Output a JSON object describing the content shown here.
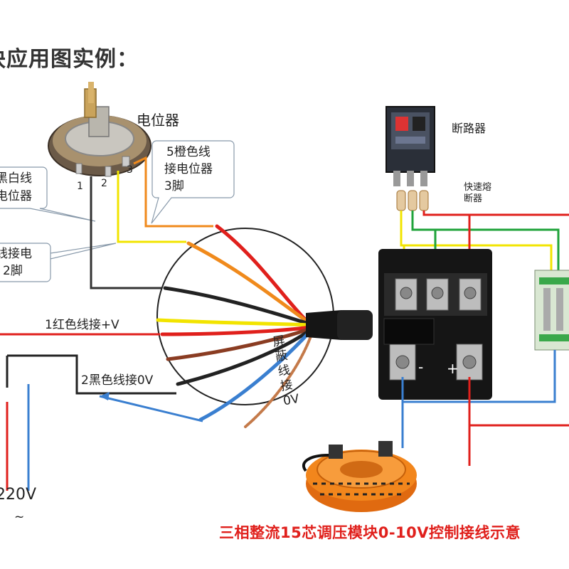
{
  "header": {
    "title": "块应用图实例："
  },
  "potentiometer": {
    "label": "电位器",
    "pin1": "1",
    "pin2": "2",
    "pin3": "3",
    "callout_pin1": [
      "黑白线",
      "电位器"
    ],
    "callout_pin2": [
      "线接电",
      "2脚"
    ],
    "callout_pin3": [
      "5橙色线",
      "接电位器",
      "3脚"
    ]
  },
  "breaker": {
    "label": "断路器"
  },
  "fuse": {
    "label": [
      "快速熔",
      "断器"
    ]
  },
  "module": {
    "minus_label": "-",
    "plus_label": "+"
  },
  "wires": {
    "red_label": "1红色线接+V",
    "black_label": "2黑色线接0V",
    "shield_label": "屏蔽线接0V"
  },
  "supply": {
    "voltage": "220V",
    "symbol": "~"
  },
  "caption": "三相整流15芯调压模块0-10V控制接线示意",
  "colors": {
    "red": "#e0201c",
    "yellow": "#f2e400",
    "green": "#1fa33a",
    "orange": "#f08a1c",
    "blue": "#3a7fd0",
    "black": "#222222",
    "brown": "#8a3c22"
  }
}
